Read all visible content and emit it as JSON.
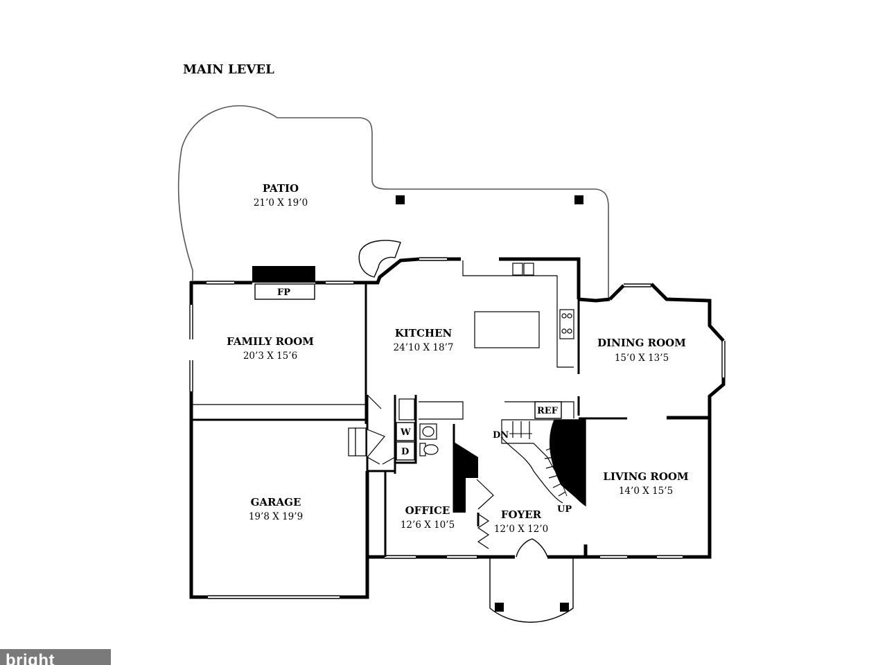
{
  "title": "MAIN LEVEL",
  "rooms": {
    "patio": {
      "name": "PATIO",
      "dims": "21’0 X 19’0"
    },
    "family_room": {
      "name": "FAMILY ROOM",
      "dims": "20’3 X 15’6"
    },
    "kitchen": {
      "name": "KITCHEN",
      "dims": "24’10 X 18’7"
    },
    "dining_room": {
      "name": "DINING ROOM",
      "dims": "15’0 X 13’5"
    },
    "garage": {
      "name": "GARAGE",
      "dims": "19’8 X 19’9"
    },
    "office": {
      "name": "OFFICE",
      "dims": "12’6 X 10’5"
    },
    "foyer": {
      "name": "FOYER",
      "dims": "12’0 X 12’0"
    },
    "living_room": {
      "name": "LIVING ROOM",
      "dims": "14’0 X 15’5"
    }
  },
  "fixtures": {
    "fireplace": "FP",
    "refrigerator": "REF",
    "washer": "W",
    "dryer": "D",
    "stairs_down": "DN",
    "stairs_up": "UP"
  },
  "watermark": {
    "text": "bright"
  }
}
